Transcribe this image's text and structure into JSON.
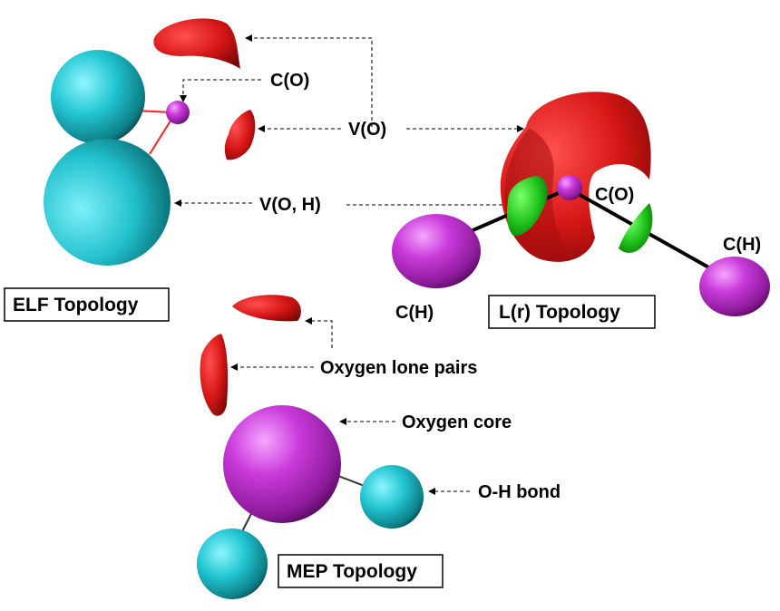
{
  "colors": {
    "lone_pair_basin": "#d21414",
    "core_basin": "#c42ad8",
    "hydrogen_basin": "#25c3cf",
    "bond_basin": "#22c022",
    "bond_line": "#000000",
    "elf_bond_line": "#ff2020"
  },
  "panels": {
    "elf": {
      "title": "ELF Topology",
      "labels": {
        "core": "C(O)",
        "valence": "V(O)",
        "bond": "V(O, H)"
      }
    },
    "lr": {
      "title": "L(r) Topology",
      "labels": {
        "core": "C(O)",
        "h_left": "C(H)",
        "h_right": "C(H)"
      }
    },
    "mep": {
      "title": "MEP Topology",
      "labels": {
        "lone_pairs": "Oxygen lone pairs",
        "core": "Oxygen core",
        "bond": "O-H bond"
      }
    }
  }
}
